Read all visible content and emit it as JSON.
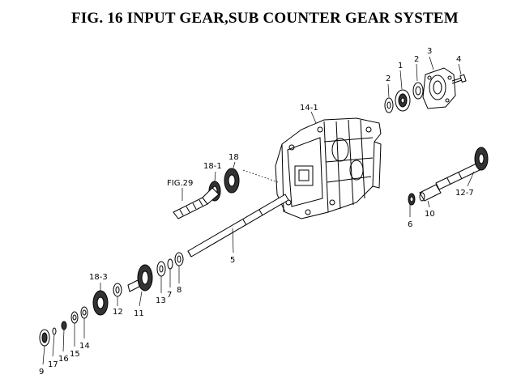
{
  "title": "FIG. 16  INPUT GEAR,SUB COUNTER GEAR SYSTEM",
  "labels": {
    "p1": "1",
    "p2a": "2",
    "p2b": "2",
    "p3": "3",
    "p4": "4",
    "p5": "5",
    "p6": "6",
    "p7": "7",
    "p8": "8",
    "p9": "9",
    "p10": "10",
    "p11": "11",
    "p12": "12",
    "p12_7": "12-7",
    "p13": "13",
    "p14": "14",
    "p14_1": "14-1",
    "p15": "15",
    "p16": "16",
    "p17": "17",
    "p18": "18",
    "p18_1": "18-1",
    "p18_3": "18-3",
    "fig29": "FIG.29"
  }
}
